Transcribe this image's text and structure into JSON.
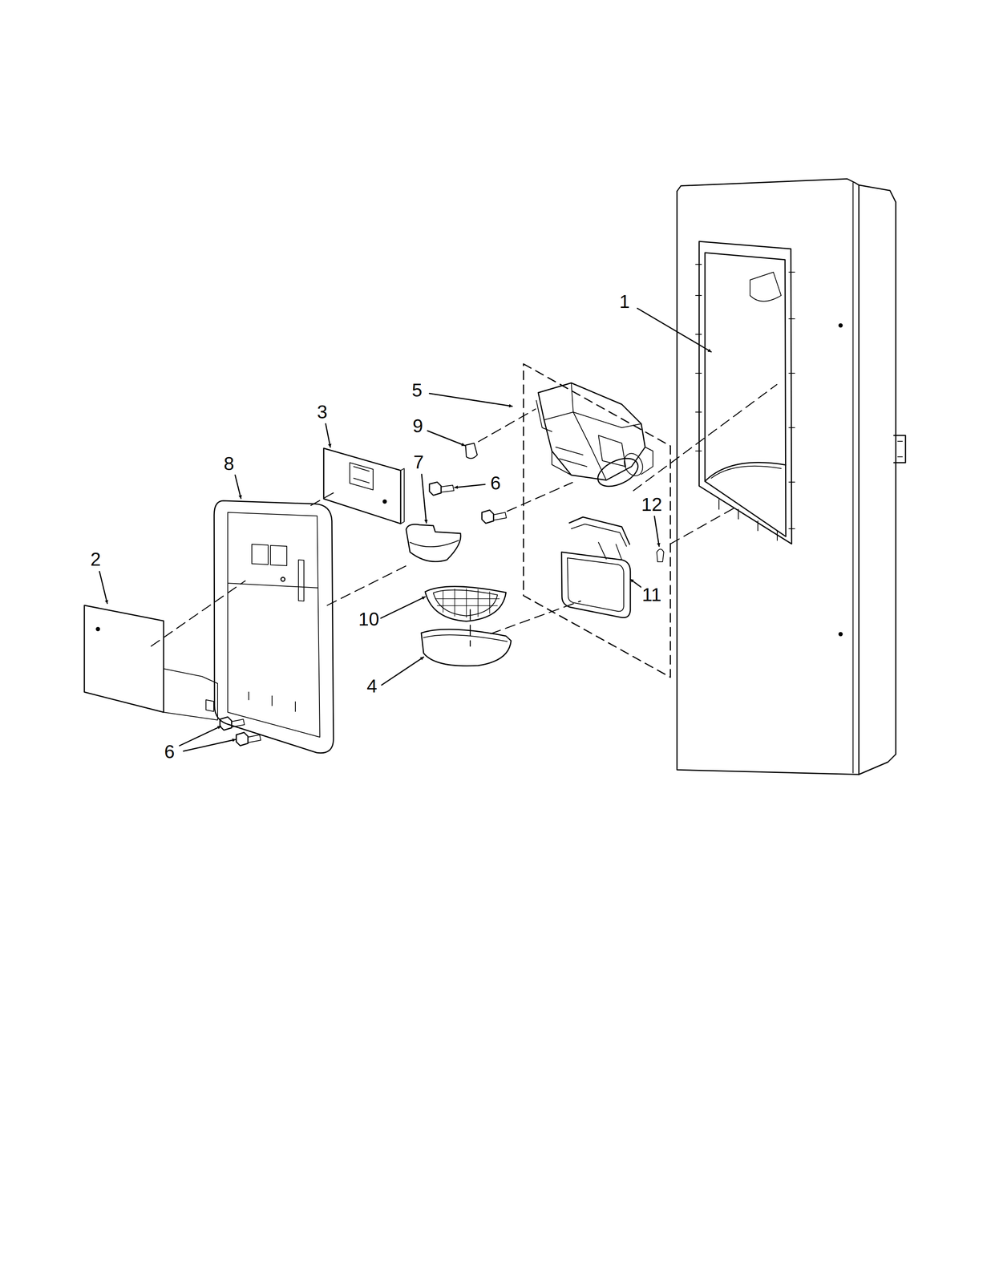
{
  "diagram": {
    "labels": [
      "1",
      "5",
      "9",
      "3",
      "8",
      "7",
      "6",
      "12",
      "2",
      "11",
      "10",
      "4",
      "6"
    ]
  }
}
